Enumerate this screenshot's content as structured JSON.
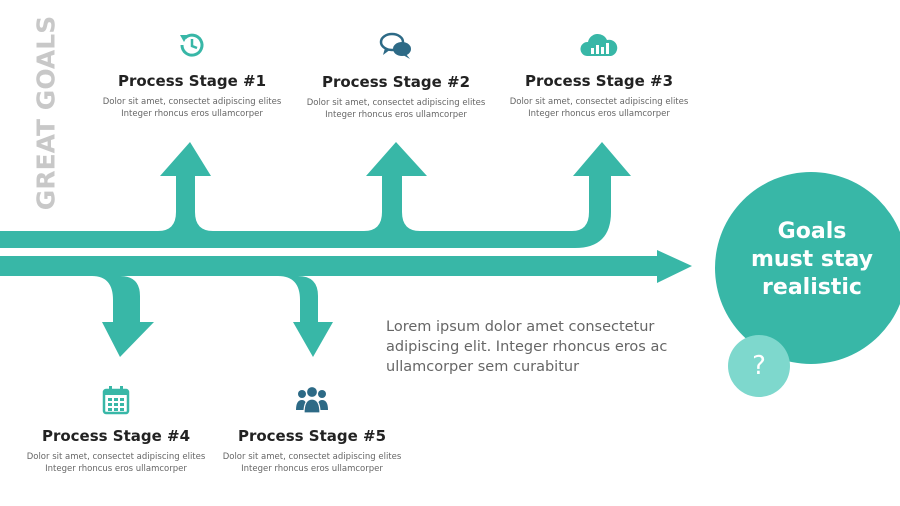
{
  "side_title": "GREAT GOALS",
  "colors": {
    "teal": "#38b7a7",
    "light_teal": "#7ed8cd",
    "title_gray": "#c8c8c8",
    "text_dark": "#222222",
    "text_gray": "#666666",
    "icon_blue": "#2d6a86"
  },
  "stages": [
    {
      "title": "Process Stage #1",
      "desc_line1": "Dolor sit amet, consectet adipiscing elites",
      "desc_line2": "Integer rhoncus eros ullamcorper",
      "icon": "history-clock-icon"
    },
    {
      "title": "Process Stage #2",
      "desc_line1": "Dolor sit amet, consectet adipiscing elites",
      "desc_line2": "Integer rhoncus eros ullamcorper",
      "icon": "chat-bubbles-icon"
    },
    {
      "title": "Process Stage #3",
      "desc_line1": "Dolor sit amet, consectet adipiscing elites",
      "desc_line2": "Integer rhoncus eros ullamcorper",
      "icon": "cloud-chart-icon"
    },
    {
      "title": "Process Stage #4",
      "desc_line1": "Dolor sit amet, consectet adipiscing elites",
      "desc_line2": "Integer rhoncus eros ullamcorper",
      "icon": "calendar-icon"
    },
    {
      "title": "Process Stage #5",
      "desc_line1": "Dolor sit amet, consectet adipiscing elites",
      "desc_line2": "Integer rhoncus eros ullamcorper",
      "icon": "people-group-icon"
    }
  ],
  "lorem": {
    "line1": "Lorem ipsum dolor amet consectetur",
    "line2": "adipiscing elit. Integer rhoncus eros ac",
    "line3": "ullamcorper sem curabitur"
  },
  "goal": {
    "line1": "Goals",
    "line2": "must stay",
    "line3": "realistic",
    "badge": "?"
  }
}
